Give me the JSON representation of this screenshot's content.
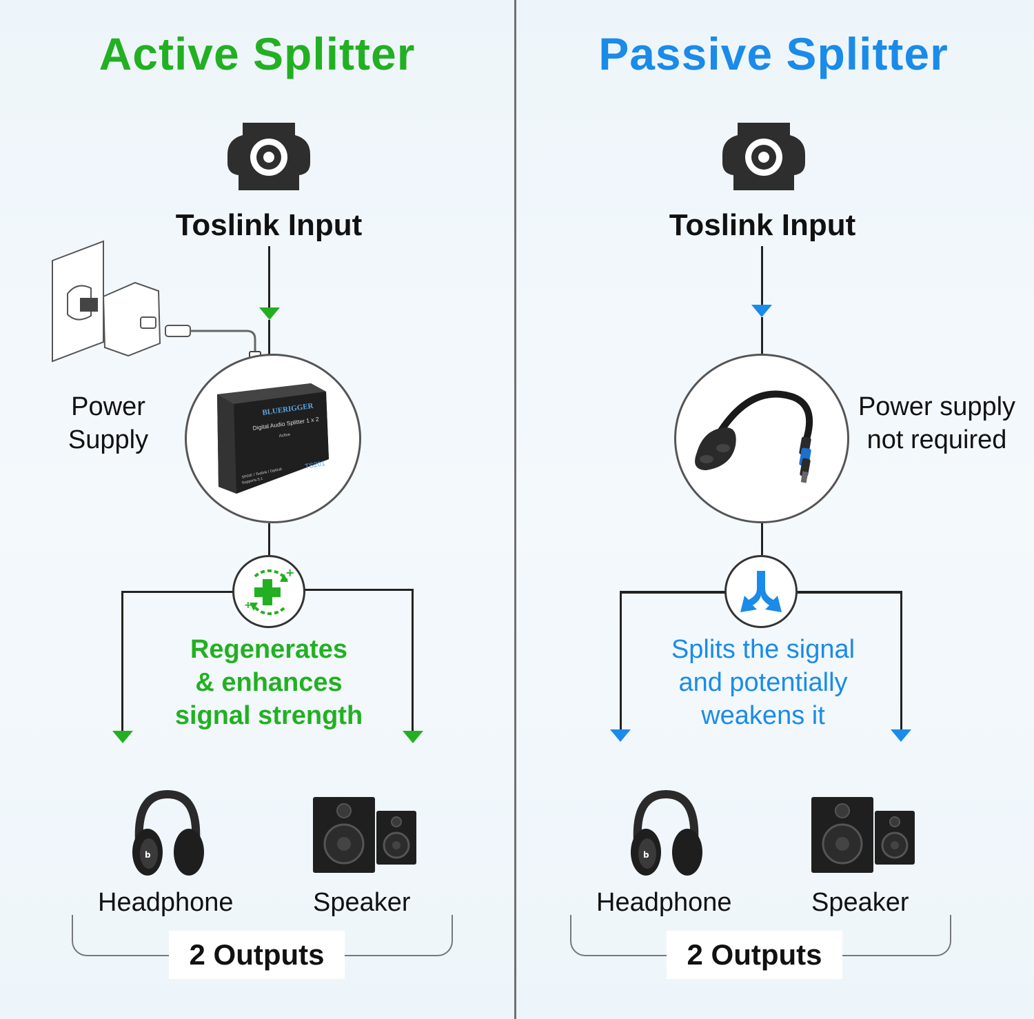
{
  "colors": {
    "active_accent": "#22b022",
    "passive_accent": "#1a8be8"
  },
  "active": {
    "title": "Active Splitter",
    "input_label": "Toslink Input",
    "side_text_line1": "Power",
    "side_text_line2": "Supply",
    "device_brand": "BLUERIGGER",
    "device_model_line": "Digital Audio Splitter 1 x 2",
    "device_type": "Active",
    "device_spec_line1": "SPDIF / Toslink / Optical",
    "device_spec_line2": "Supports 5.1",
    "device_model_code": "TS201",
    "desc_line1": "Regenerates",
    "desc_line2": "& enhances",
    "desc_line3": "signal strength",
    "output1": "Headphone",
    "output2": "Speaker",
    "outputs_label": "2 Outputs",
    "icons": [
      "toslink-port-icon",
      "wall-outlet-icon",
      "power-adapter-icon",
      "regenerate-plus-icon",
      "headphone-icon",
      "speaker-icon"
    ]
  },
  "passive": {
    "title": "Passive Splitter",
    "input_label": "Toslink Input",
    "side_text_line1": "Power supply",
    "side_text_line2": "not required",
    "desc_line1": "Splits the signal",
    "desc_line2": "and potentially",
    "desc_line3": "weakens it",
    "output1": "Headphone",
    "output2": "Speaker",
    "outputs_label": "2 Outputs",
    "icons": [
      "toslink-port-icon",
      "split-arrow-icon",
      "headphone-icon",
      "speaker-icon"
    ]
  }
}
